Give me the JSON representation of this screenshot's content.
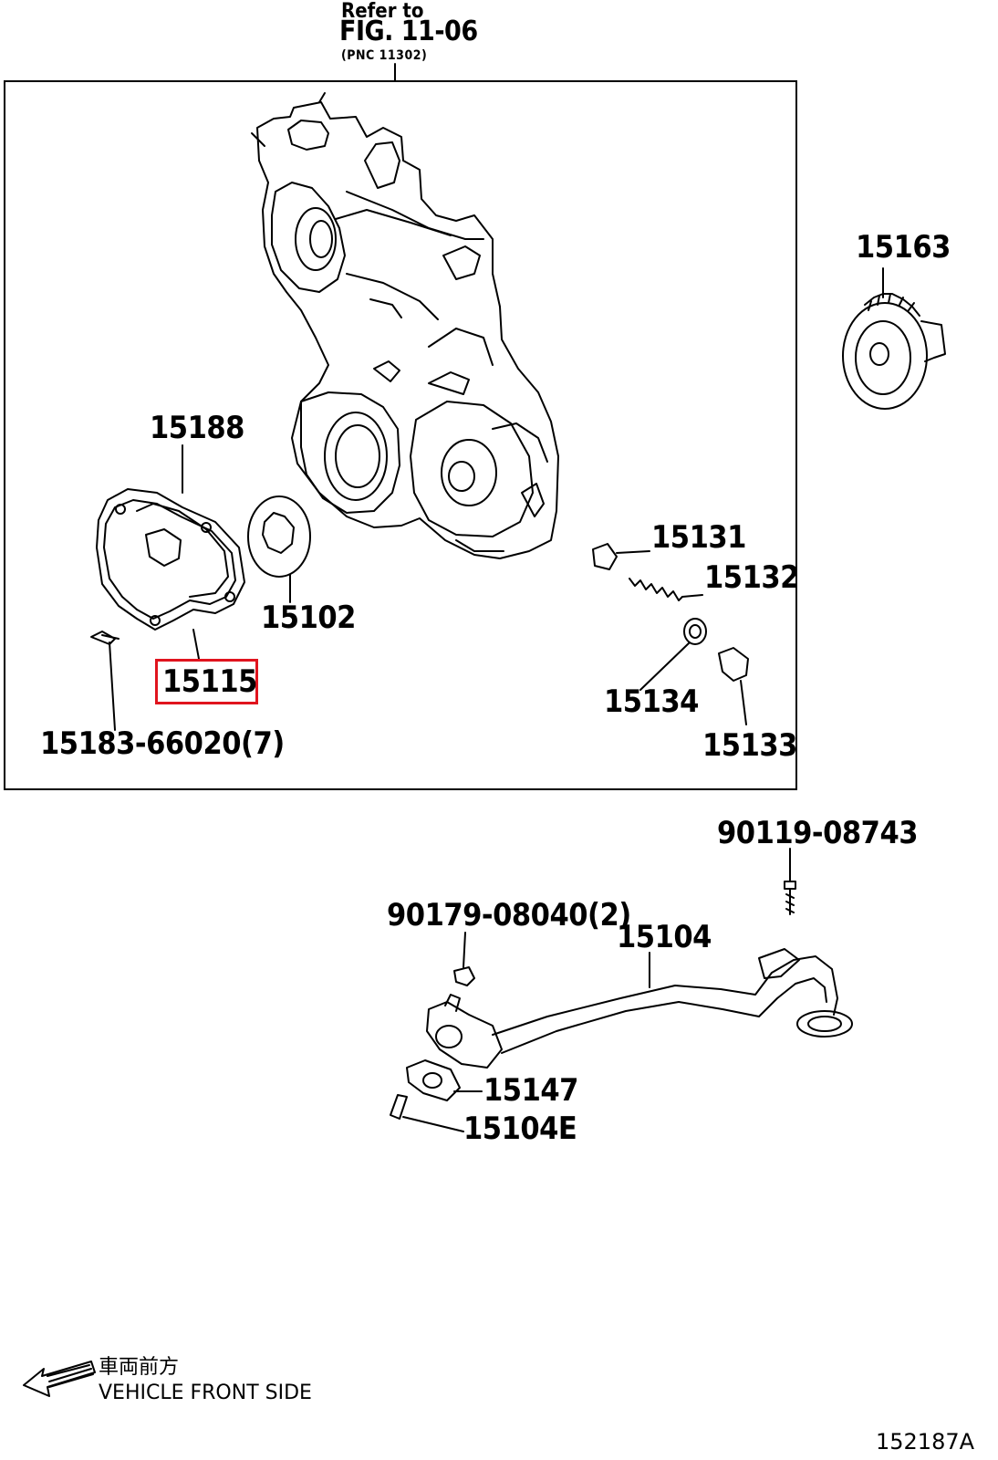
{
  "refer": {
    "line1": "Refer to",
    "line2": "FIG. 11-06",
    "line3": "(PNC 11302)"
  },
  "parts": {
    "p15163": "15163",
    "p15188": "15188",
    "p15131": "15131",
    "p15132": "15132",
    "p15102": "15102",
    "p15115": "15115",
    "p15134": "15134",
    "p15183": "15183-66020(7)",
    "p15133": "15133",
    "p90119": "90119-08743",
    "p90179": "90179-08040(2)",
    "p15104": "15104",
    "p15147": "15147",
    "p15104E": "15104E"
  },
  "front": {
    "jp": "車両前方",
    "en": "VEHICLE FRONT SIDE"
  },
  "figure_id": "152187A",
  "colors": {
    "highlight": "#e0141e",
    "ink": "#000000"
  }
}
